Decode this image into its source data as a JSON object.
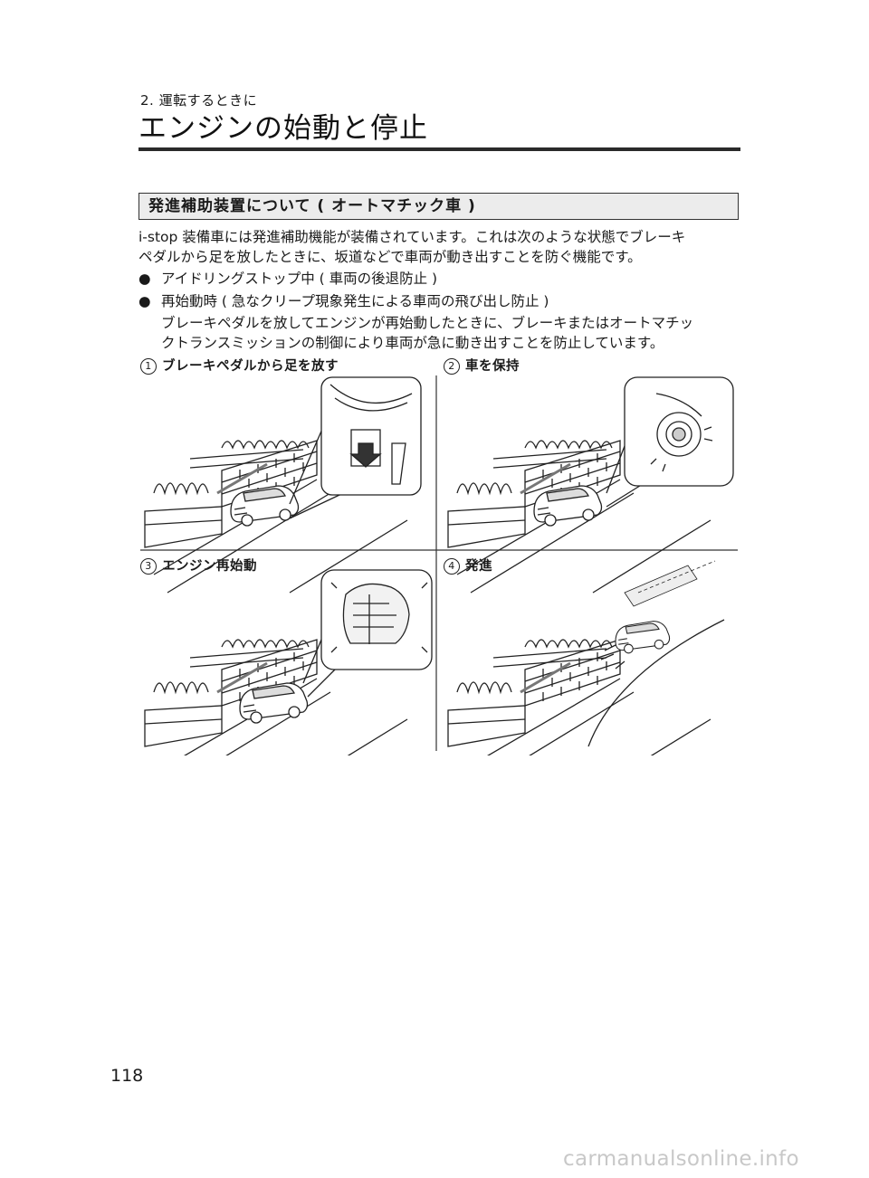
{
  "header": {
    "breadcrumb": "2. 運転するときに",
    "title": "エンジンの始動と停止"
  },
  "section": {
    "heading": "発進補助装置について ( オートマチック車 )",
    "intro_line1": "i-stop 装備車には発進補助機能が装備されています。これは次のような状態でブレーキ",
    "intro_line2": "ペダルから足を放したときに、坂道などで車両が動き出すことを防ぐ機能です。",
    "bullet_symbol": "●",
    "bullets": [
      {
        "text": "アイドリングストップ中 ( 車両の後退防止 )"
      },
      {
        "text": "再始動時 ( 急なクリープ現象発生による車両の飛び出し防止 )",
        "sub_line1": "ブレーキペダルを放してエンジンが再始動したときに、ブレーキまたはオートマチッ",
        "sub_line2": "クトランスミッションの制御により車両が急に動き出すことを防止しています。"
      }
    ]
  },
  "figure": {
    "panels": [
      {
        "number": "1",
        "caption": "ブレーキペダルから足を放す"
      },
      {
        "number": "2",
        "caption": "車を保持"
      },
      {
        "number": "3",
        "caption": "エンジン再始動"
      },
      {
        "number": "4",
        "caption": "発進"
      }
    ]
  },
  "footer": {
    "page_number": "118",
    "watermark": "carmanualsonline.info"
  }
}
